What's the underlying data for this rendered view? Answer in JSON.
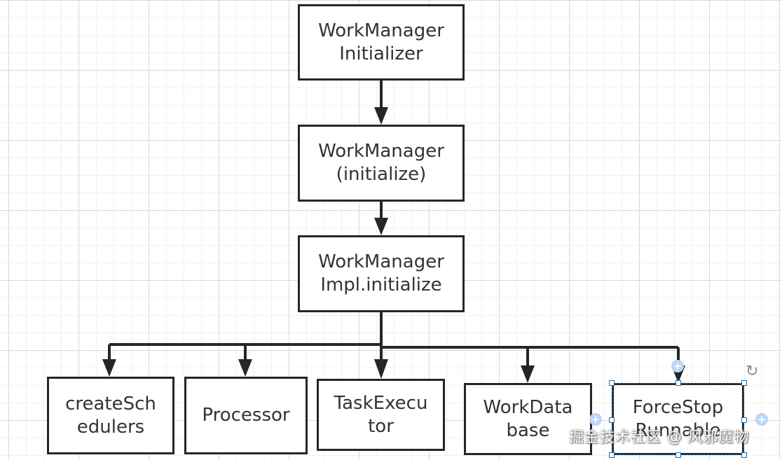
{
  "nodes": {
    "initializer": "WorkManager\nInitializer",
    "initialize": "WorkManager\n(initialize)",
    "impl_initialize": "WorkManager\nImpl.initialize",
    "create_schedulers": "createSch\nedulers",
    "processor": "Processor",
    "task_executor": "TaskExecu\ntor",
    "work_database": "WorkData\nbase",
    "force_stop_runnable": "ForceStop\nRunnable"
  },
  "selection": {
    "selected_node": "force_stop_runnable"
  },
  "colors": {
    "stroke": "#262626",
    "text": "#333333",
    "grid_major": "#d9d9d9",
    "grid_minor": "#f1f1f1",
    "selection": "#1a6fb5",
    "connection_point": "#bcd6f5"
  },
  "icons": {
    "rotate": "rotate-icon",
    "connect": "plus-connect-icon"
  },
  "watermark": "掘金技术社区 @ 风邪魔物"
}
